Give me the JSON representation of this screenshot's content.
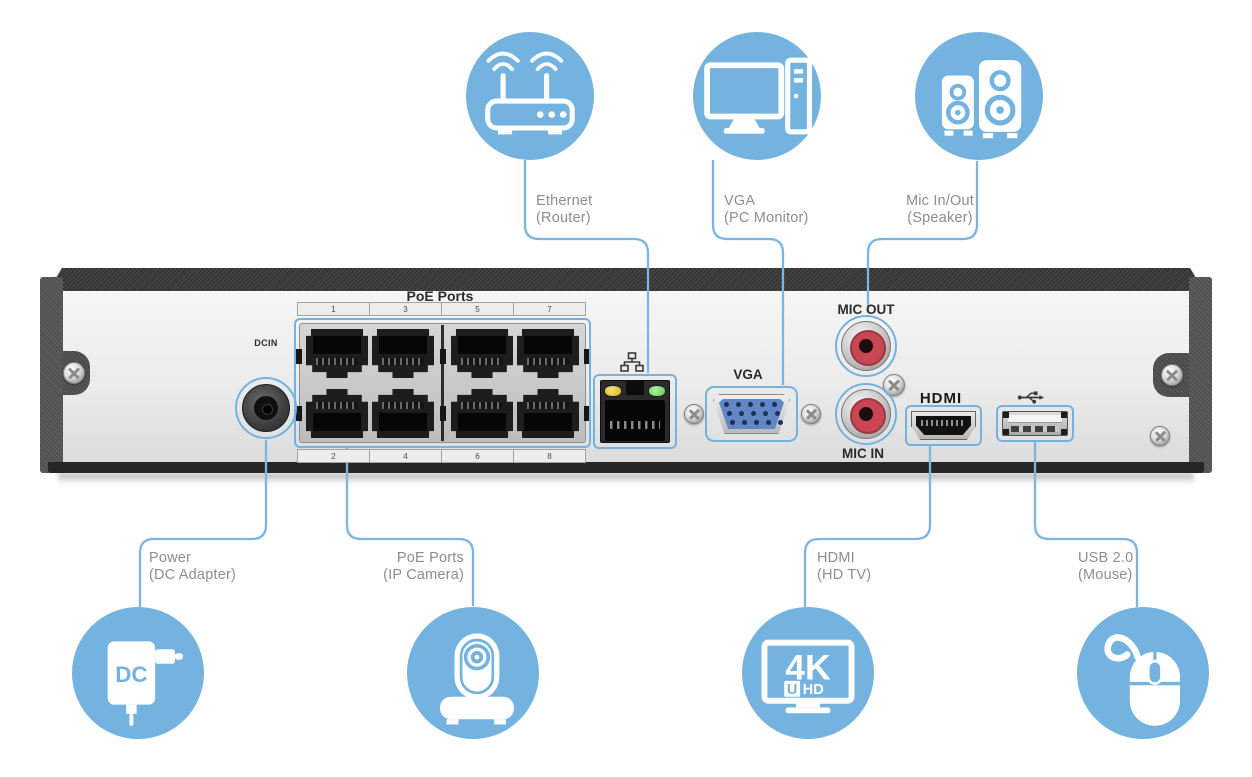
{
  "colors": {
    "accent_blue": "#74b2e0",
    "label_gray": "#8e8e8e"
  },
  "callouts": {
    "ethernet": {
      "line1": "Ethernet",
      "line2": "(Router)"
    },
    "vga": {
      "line1": "VGA",
      "line2": "(PC Monitor)"
    },
    "mic": {
      "line1": "Mic In/Out",
      "line2": "(Speaker)"
    },
    "power": {
      "line1": "Power",
      "line2": "(DC Adapter)"
    },
    "poe": {
      "line1": "PoE Ports",
      "line2": "(IP Camera)"
    },
    "hdmi": {
      "line1": "HDMI",
      "line2": "(HD TV)"
    },
    "usb": {
      "line1": "USB 2.0",
      "line2": "(Mouse)"
    }
  },
  "icon_text": {
    "dc": "DC",
    "tv_4k": "4K",
    "tv_u": "U",
    "tv_hd": "HD"
  },
  "device": {
    "dcin_label": "DCIN",
    "poe_title": "PoE Ports",
    "poe_numbers_top": [
      "1",
      "3",
      "5",
      "7"
    ],
    "poe_numbers_bottom": [
      "2",
      "4",
      "6",
      "8"
    ],
    "vga_label": "VGA",
    "mic_out_label": "MIC OUT",
    "mic_in_label": "MIC IN",
    "hdmi_logo": "HDMI"
  }
}
